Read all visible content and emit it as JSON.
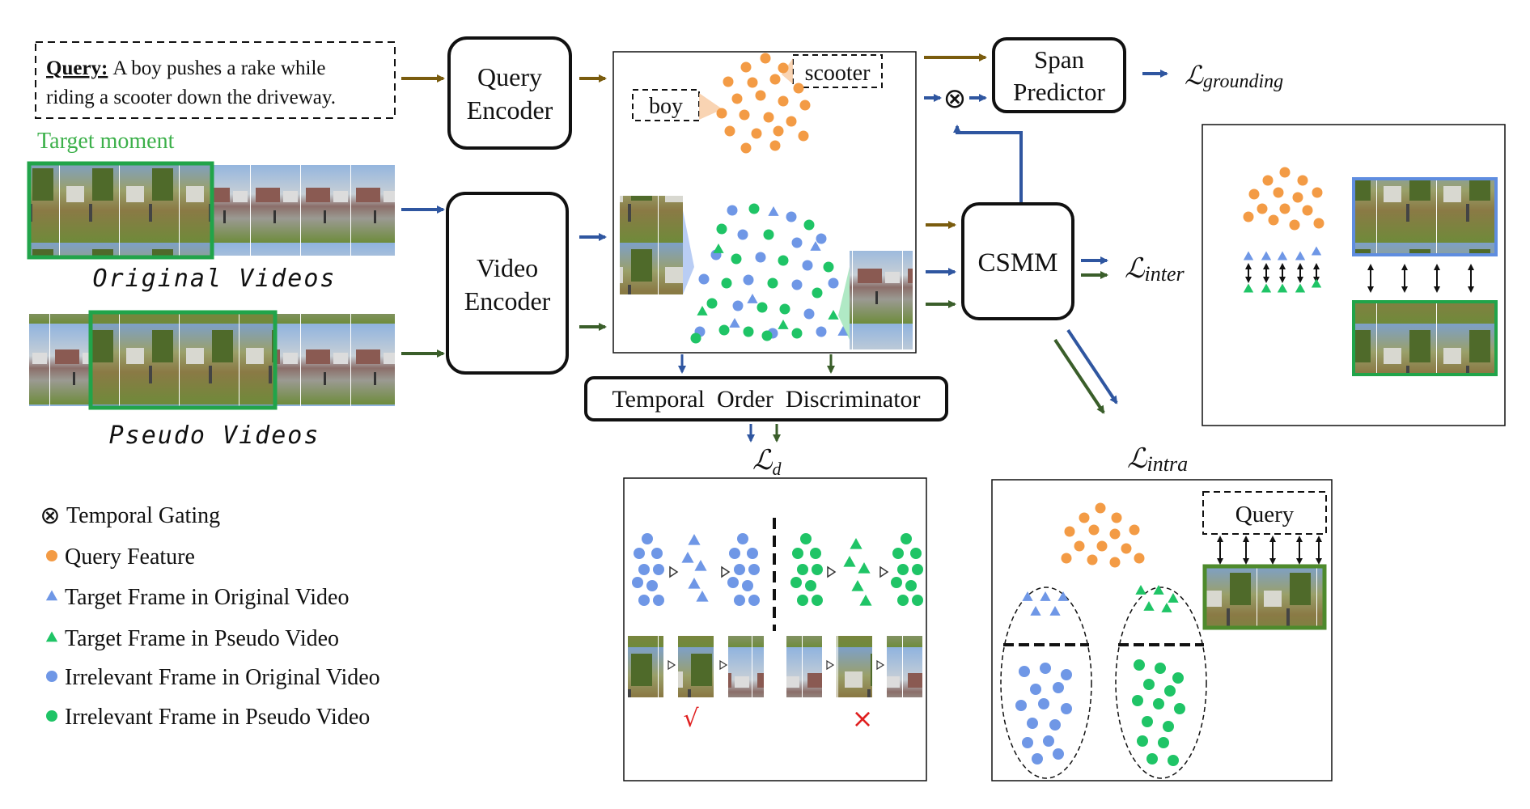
{
  "query": {
    "prefix": "Query:",
    "line1": "A boy pushes  a rake while",
    "line2": "riding a scooter down the driveway."
  },
  "target_moment": "Target moment",
  "original_videos": "Original Videos",
  "pseudo_videos": "Pseudo Videos",
  "query_encoder": {
    "line1": "Query",
    "line2": "Encoder"
  },
  "video_encoder": {
    "line1": "Video",
    "line2": "Encoder"
  },
  "span_predictor": {
    "line1": "Span",
    "line2": "Predictor"
  },
  "csmm": "CSMM",
  "temporal_order_discriminator": "Temporal  Order  Discriminator",
  "query_tags": {
    "boy": "boy",
    "scooter": "scooter"
  },
  "losses": {
    "grounding": {
      "base": "ℒ",
      "sub": "grounding"
    },
    "inter": {
      "base": "ℒ",
      "sub": "inter"
    },
    "intra": {
      "base": "ℒ",
      "sub": "intra"
    },
    "d": {
      "base": "ℒ",
      "sub": "d"
    }
  },
  "intra_query_label": "Query",
  "order_marks": {
    "correct": "√",
    "wrong": "×"
  },
  "gating_symbol": "⊗",
  "legend": [
    {
      "marker": "gating",
      "label": "Temporal Gating"
    },
    {
      "marker": "orange-dot",
      "label": "Query Feature"
    },
    {
      "marker": "blue-triangle",
      "label": "Target Frame in Original Video"
    },
    {
      "marker": "green-triangle",
      "label": "Target Frame in Pseudo Video"
    },
    {
      "marker": "blue-dot",
      "label": "Irrelevant Frame in Original Video"
    },
    {
      "marker": "green-dot",
      "label": "Irrelevant Frame in Pseudo Video"
    }
  ],
  "colors": {
    "orange": "#f39b45",
    "blue": "#6f97e6",
    "green": "#1fc466",
    "frame_green": "#21a44a",
    "frame_blue": "#5f8de0",
    "arrow_blue": "#2f56a0",
    "arrow_green": "#3a5e2a",
    "arrow_olive": "#7a5c0e",
    "cross_red": "#e02020"
  }
}
